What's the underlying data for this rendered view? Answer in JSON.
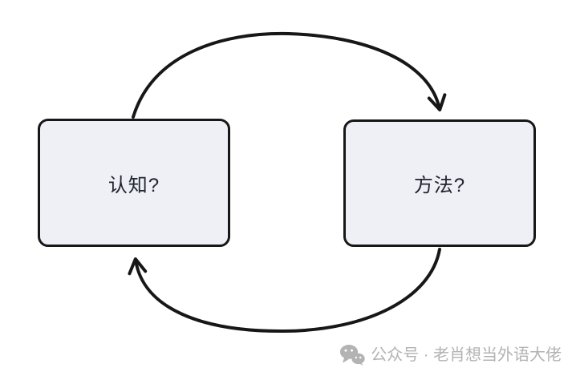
{
  "colors": {
    "background": "#ffffff",
    "node_fill": "#eef0f6",
    "node_border": "#171717",
    "arrow": "#171717",
    "node_text": "#21242e",
    "watermark": "#b3b3b3"
  },
  "diagram": {
    "nodes": [
      {
        "id": "cognition",
        "label": "认知?"
      },
      {
        "id": "method",
        "label": "方法?"
      }
    ],
    "edges": [
      {
        "from": "cognition",
        "to": "method",
        "position": "top"
      },
      {
        "from": "method",
        "to": "cognition",
        "position": "bottom"
      }
    ]
  },
  "watermark": {
    "icon": "wechat-icon",
    "text": "公众号 · 老肖想当外语大佬"
  }
}
